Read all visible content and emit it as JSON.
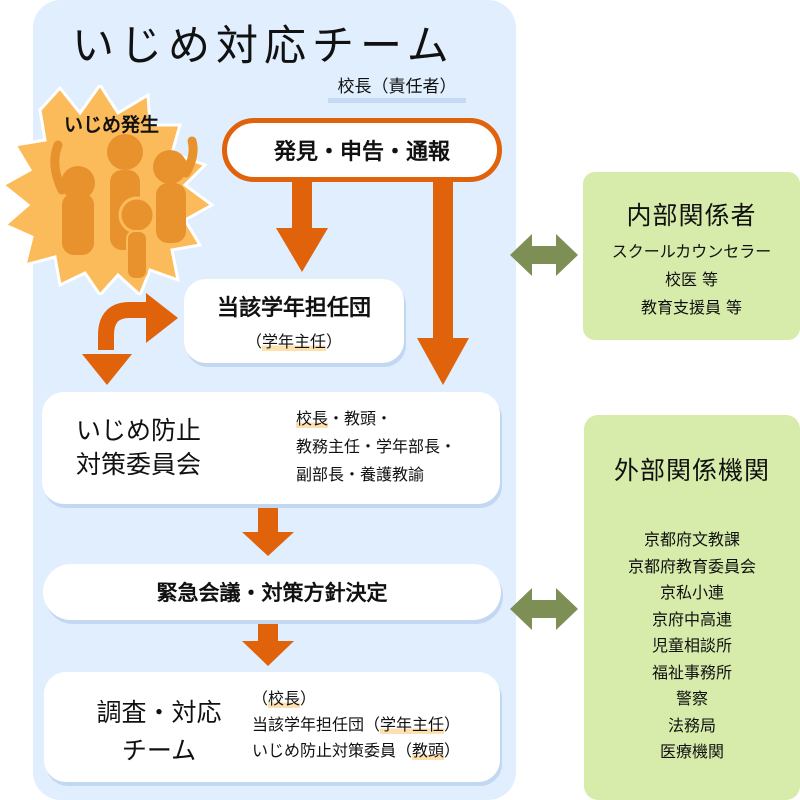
{
  "title": "いじめ対応チーム",
  "principal_label": "校長（責任者）",
  "incident": {
    "label": "いじめ発生",
    "icon": "people-in-distress-icon"
  },
  "discovery": {
    "label": "発見・申告・通報"
  },
  "grade_team": {
    "title": "当該学年担任団",
    "sub_prefix": "（",
    "sub_highlight": "学年主任",
    "sub_suffix": "）"
  },
  "committee": {
    "title_lines": [
      "いじめ防止",
      "対策委員会"
    ],
    "members_line1_highlight": "校長",
    "members_line1_rest": "・教頭・",
    "members_line2": "教務主任・学年部長・",
    "members_line3": "副部長・養護教諭"
  },
  "emergency": {
    "label": "緊急会議・対策方針決定"
  },
  "investigation": {
    "title_lines": [
      "調査・対応",
      "チーム"
    ],
    "line1_prefix": "（",
    "line1_highlight": "校長",
    "line1_suffix": "）",
    "line2_prefix": "当該学年担任団（",
    "line2_highlight": "学年主任",
    "line2_suffix": "）",
    "line3_prefix": "いじめ防止対策委員（",
    "line3_highlight": "教頭",
    "line3_suffix": "）"
  },
  "internal": {
    "title": "内部関係者",
    "items": [
      "スクールカウンセラー",
      "校医 等",
      "教育支援員 等"
    ]
  },
  "external": {
    "title": "外部関係機関",
    "items": [
      "京都府文教課",
      "京都府教育委員会",
      "京私小連",
      "京府中高連",
      "児童相談所",
      "福祉事務所",
      "警察",
      "法務局",
      "医療機関"
    ]
  },
  "colors": {
    "panel": "#e1eefd",
    "arrow_orange": "#e0620b",
    "arrow_green": "#7e8f55",
    "side_green": "#d7ecaa",
    "burst": "#fcbb5a",
    "figure": "#e8922e"
  }
}
